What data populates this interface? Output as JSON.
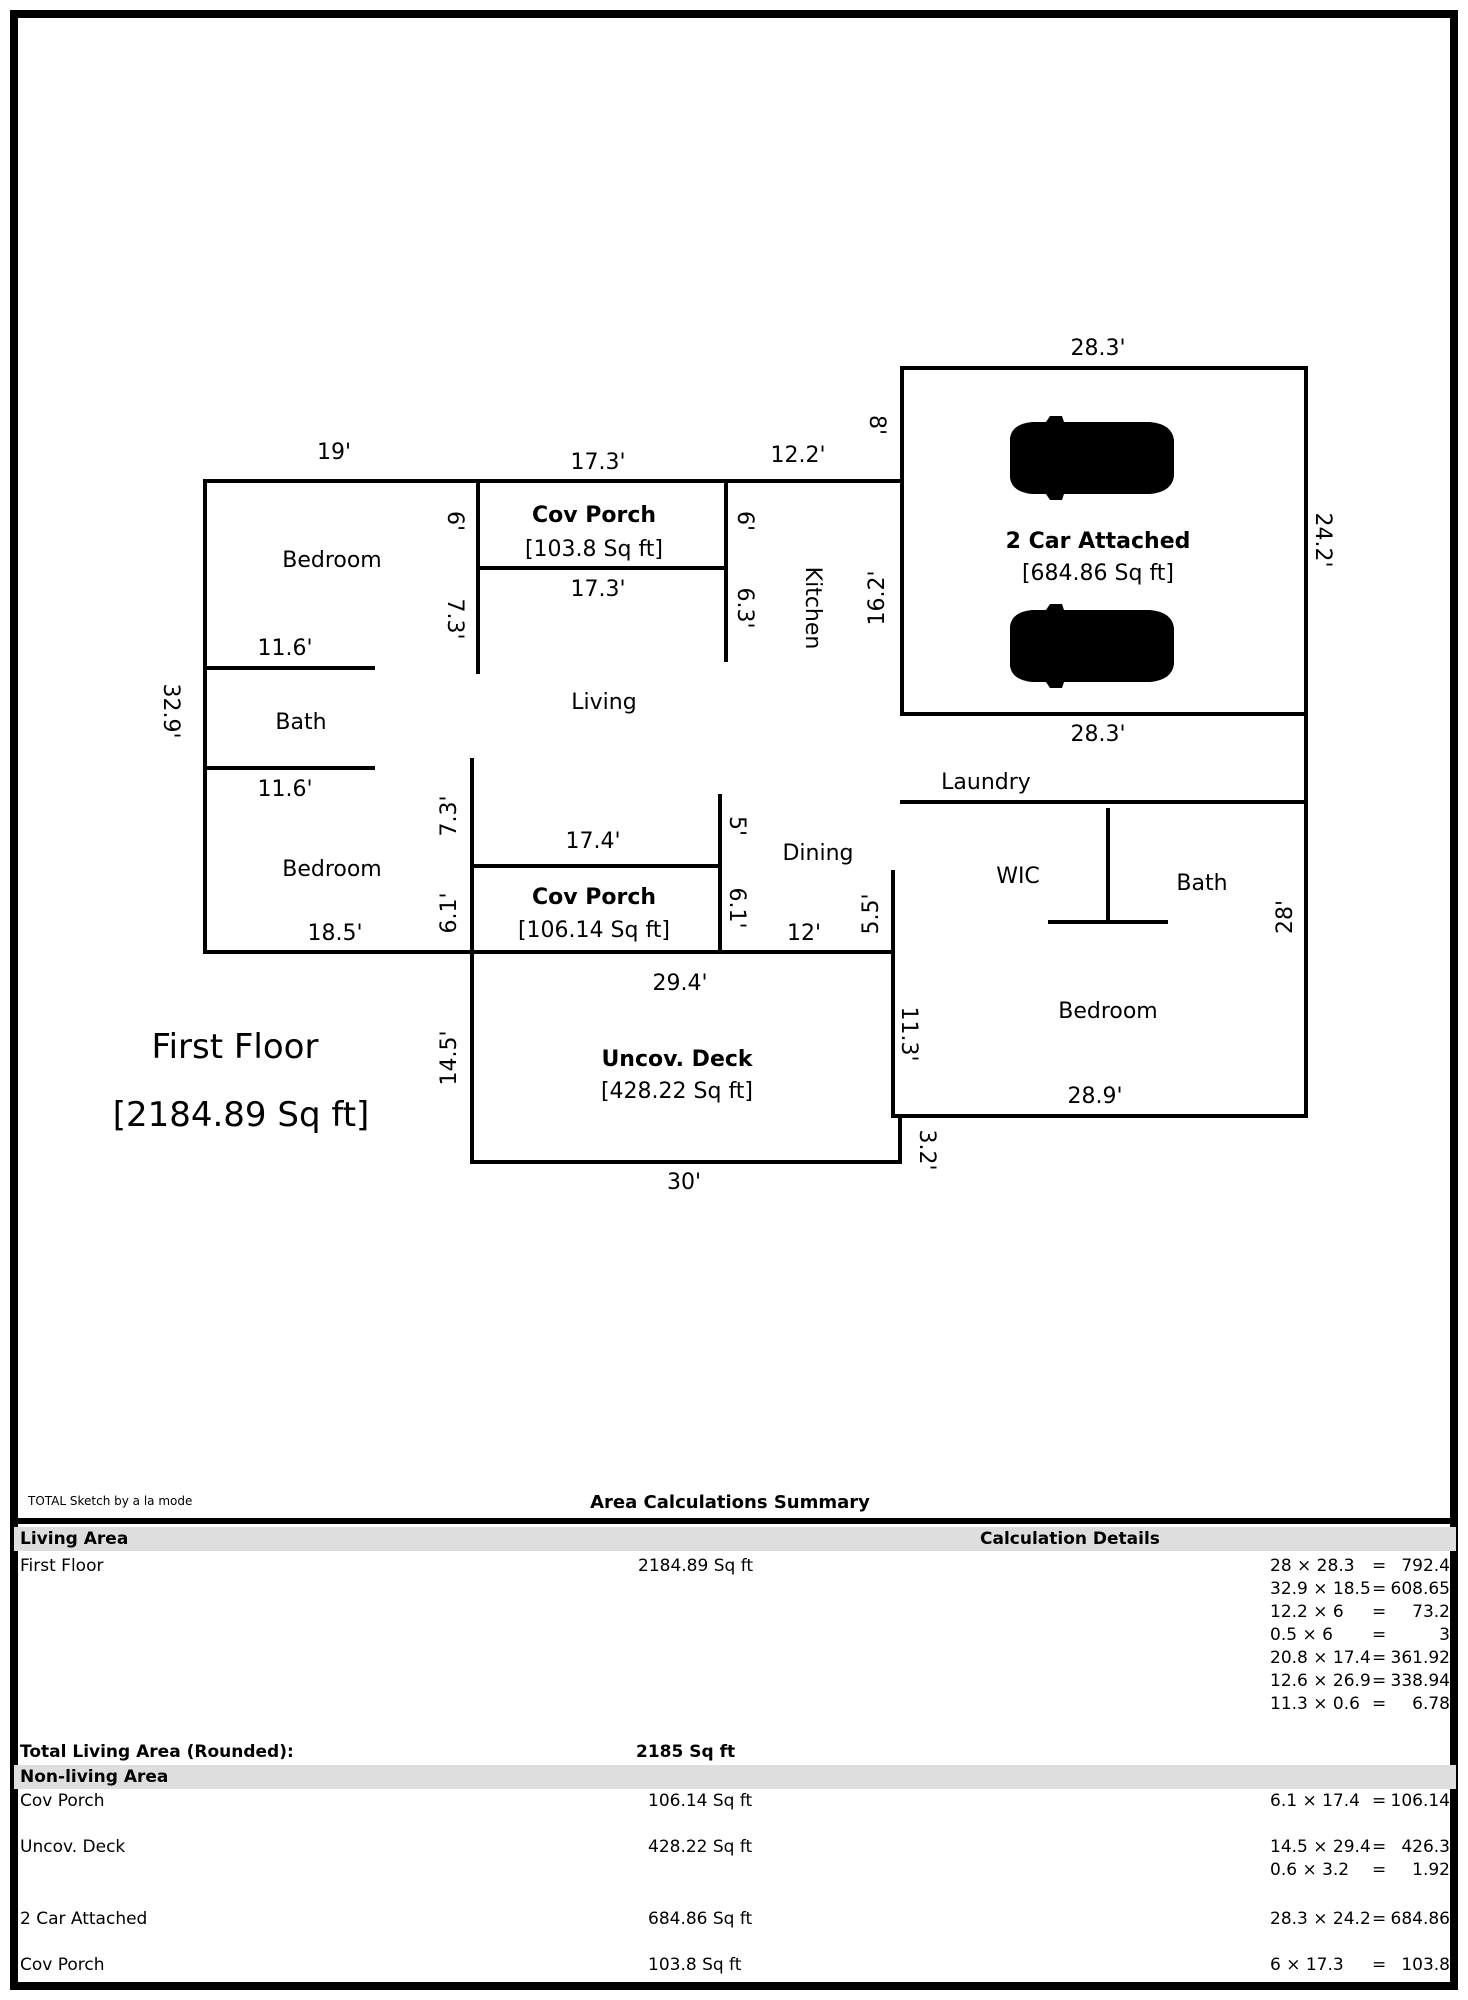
{
  "floorplan": {
    "floor_title": "First Floor",
    "floor_area": "[2184.89 Sq ft]",
    "rooms": {
      "bedroom_top": "Bedroom",
      "bath_left": "Bath",
      "bedroom_left_bottom": "Bedroom",
      "living": "Living",
      "kitchen": "Kitchen",
      "dining": "Dining",
      "laundry": "Laundry",
      "wic": "WIC",
      "bath_right": "Bath",
      "bedroom_right": "Bedroom",
      "cov_porch_top": "Cov Porch",
      "cov_porch_top_area": "[103.8 Sq ft]",
      "cov_porch_bottom": "Cov Porch",
      "cov_porch_bottom_area": "[106.14 Sq ft]",
      "garage": "2 Car Attached",
      "garage_area": "[684.86 Sq ft]",
      "deck": "Uncov. Deck",
      "deck_area": "[428.22 Sq ft]"
    },
    "dimensions": {
      "d19": "19'",
      "d173a": "17.3'",
      "d122": "12.2'",
      "d8": "8'",
      "d283a": "28.3'",
      "d6a": "6'",
      "d6b": "6'",
      "d173b": "17.3'",
      "d73a": "7.3'",
      "d63": "6.3'",
      "d162": "16.2'",
      "d242": "24.2'",
      "d116a": "11.6'",
      "d329": "32.9'",
      "d116b": "11.6'",
      "d283b": "28.3'",
      "d73b": "7.3'",
      "d5": "5'",
      "d174": "17.4'",
      "d61a": "6.1'",
      "d61b": "6.1'",
      "d185": "18.5'",
      "d12": "12'",
      "d55": "5.5'",
      "d28": "28'",
      "d294": "29.4'",
      "d113": "11.3'",
      "d145": "14.5'",
      "d289": "28.9'",
      "d32": "3.2'",
      "d30": "30'"
    }
  },
  "summary": {
    "credit": "TOTAL Sketch by a la mode",
    "title": "Area Calculations Summary",
    "living_header": "Living Area",
    "calc_header": "Calculation Details",
    "first_floor_label": "First Floor",
    "first_floor_area": "2184.89 Sq ft",
    "first_floor_calcs": [
      {
        "expr": "28 × 28.3",
        "eq": "=",
        "res": "792.4"
      },
      {
        "expr": "32.9 × 18.5",
        "eq": "=",
        "res": "608.65"
      },
      {
        "expr": "12.2 × 6",
        "eq": "=",
        "res": "73.2"
      },
      {
        "expr": "0.5 × 6",
        "eq": "=",
        "res": "3"
      },
      {
        "expr": "20.8 × 17.4",
        "eq": "=",
        "res": "361.92"
      },
      {
        "expr": "12.6 × 26.9",
        "eq": "=",
        "res": "338.94"
      },
      {
        "expr": "11.3 × 0.6",
        "eq": "=",
        "res": "6.78"
      }
    ],
    "total_label": "Total Living Area (Rounded):",
    "total_value": "2185 Sq ft",
    "nonliving_header": "Non-living Area",
    "nonliving": [
      {
        "label": "Cov Porch",
        "area": "106.14 Sq ft",
        "calcs": [
          {
            "expr": "6.1 × 17.4",
            "eq": "=",
            "res": "106.14"
          }
        ]
      },
      {
        "label": "Uncov. Deck",
        "area": "428.22 Sq ft",
        "calcs": [
          {
            "expr": "14.5 × 29.4",
            "eq": "=",
            "res": "426.3"
          },
          {
            "expr": "0.6 × 3.2",
            "eq": "=",
            "res": "1.92"
          }
        ]
      },
      {
        "label": "2 Car Attached",
        "area": "684.86 Sq ft",
        "calcs": [
          {
            "expr": "28.3 × 24.2",
            "eq": "=",
            "res": "684.86"
          }
        ]
      },
      {
        "label": "Cov Porch",
        "area": "103.8 Sq ft",
        "calcs": [
          {
            "expr": "6 × 17.3",
            "eq": "=",
            "res": "103.8"
          }
        ]
      }
    ]
  }
}
